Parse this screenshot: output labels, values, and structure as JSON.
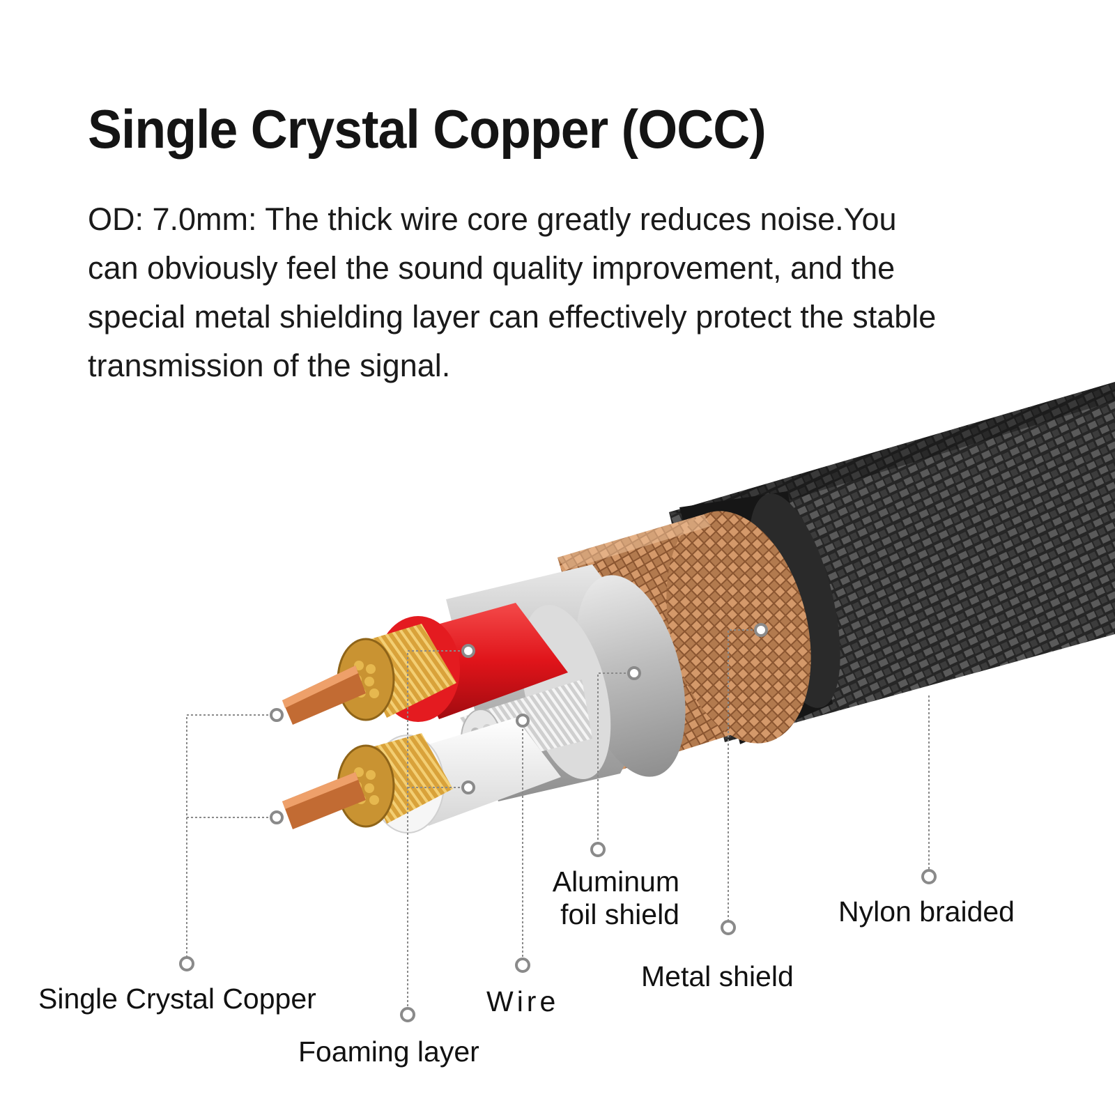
{
  "heading": "Single Crystal Copper (OCC)",
  "description_lines": [
    "OD: 7.0mm: The thick wire core greatly reduces noise.You",
    "can obviously feel the sound quality improvement, and the",
    "special metal shielding layer can effectively protect the stable",
    "transmission of the signal."
  ],
  "labels": {
    "single_crystal_copper": "Single Crystal Copper",
    "foaming_layer": "Foaming layer",
    "wire": "Wire",
    "aluminum_foil_shield": [
      "Aluminum",
      "foil shield"
    ],
    "metal_shield": "Metal shield",
    "nylon_braided": "Nylon braided"
  },
  "colors": {
    "nylon_braid": "#2b2b2b",
    "metal_shield_copper": "#b87b4f",
    "aluminum_foil": "#c9c9c9",
    "red_insulation": "#e0141a",
    "white_insulation": "#f4f4f4",
    "copper_core": "#d9a23a",
    "leader_line": "#8a8a8a"
  }
}
